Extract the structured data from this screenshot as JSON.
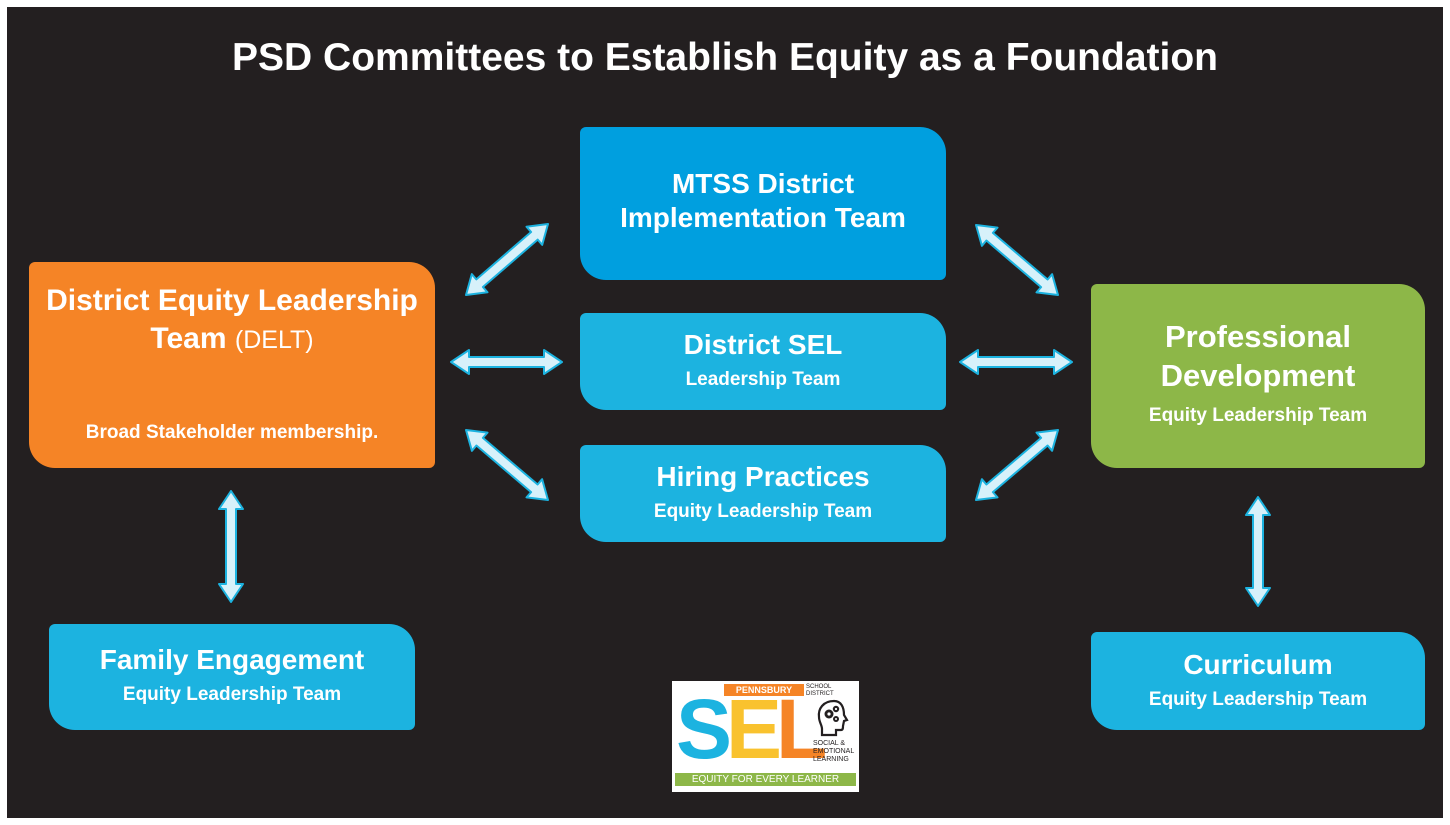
{
  "title": "PSD Committees to Establish Equity as a Foundation",
  "boxes": {
    "delt": {
      "main": "District Equity Leadership Team",
      "suffix": "(DELT)",
      "sub": "Broad Stakeholder membership.",
      "color": "#f58426"
    },
    "mtss": {
      "main": "MTSS District Implementation Team",
      "color": "#009fdf"
    },
    "sel": {
      "main": "District SEL",
      "sub": "Leadership Team",
      "color": "#1cb3e0"
    },
    "hiring": {
      "main": "Hiring Practices",
      "sub": "Equity Leadership Team",
      "color": "#1cb3e0"
    },
    "pd": {
      "main": "Professional Development",
      "sub": "Equity Leadership Team",
      "color": "#8db748"
    },
    "family": {
      "main": "Family Engagement",
      "sub": "Equity Leadership Team",
      "color": "#1cb3e0"
    },
    "curriculum": {
      "main": "Curriculum",
      "sub": "Equity Leadership Team",
      "color": "#1cb3e0"
    }
  },
  "logo": {
    "district": "PENNSBURY",
    "district_suffix": "SCHOOL DISTRICT",
    "letters": [
      "S",
      "E",
      "L"
    ],
    "meaning": "SOCIAL & EMOTIONAL LEARNING",
    "tagline": "EQUITY FOR EVERY LEARNER"
  },
  "colors": {
    "background": "#231f20",
    "arrow_fill": "#d7f1fa",
    "arrow_stroke": "#1cb3e0"
  }
}
